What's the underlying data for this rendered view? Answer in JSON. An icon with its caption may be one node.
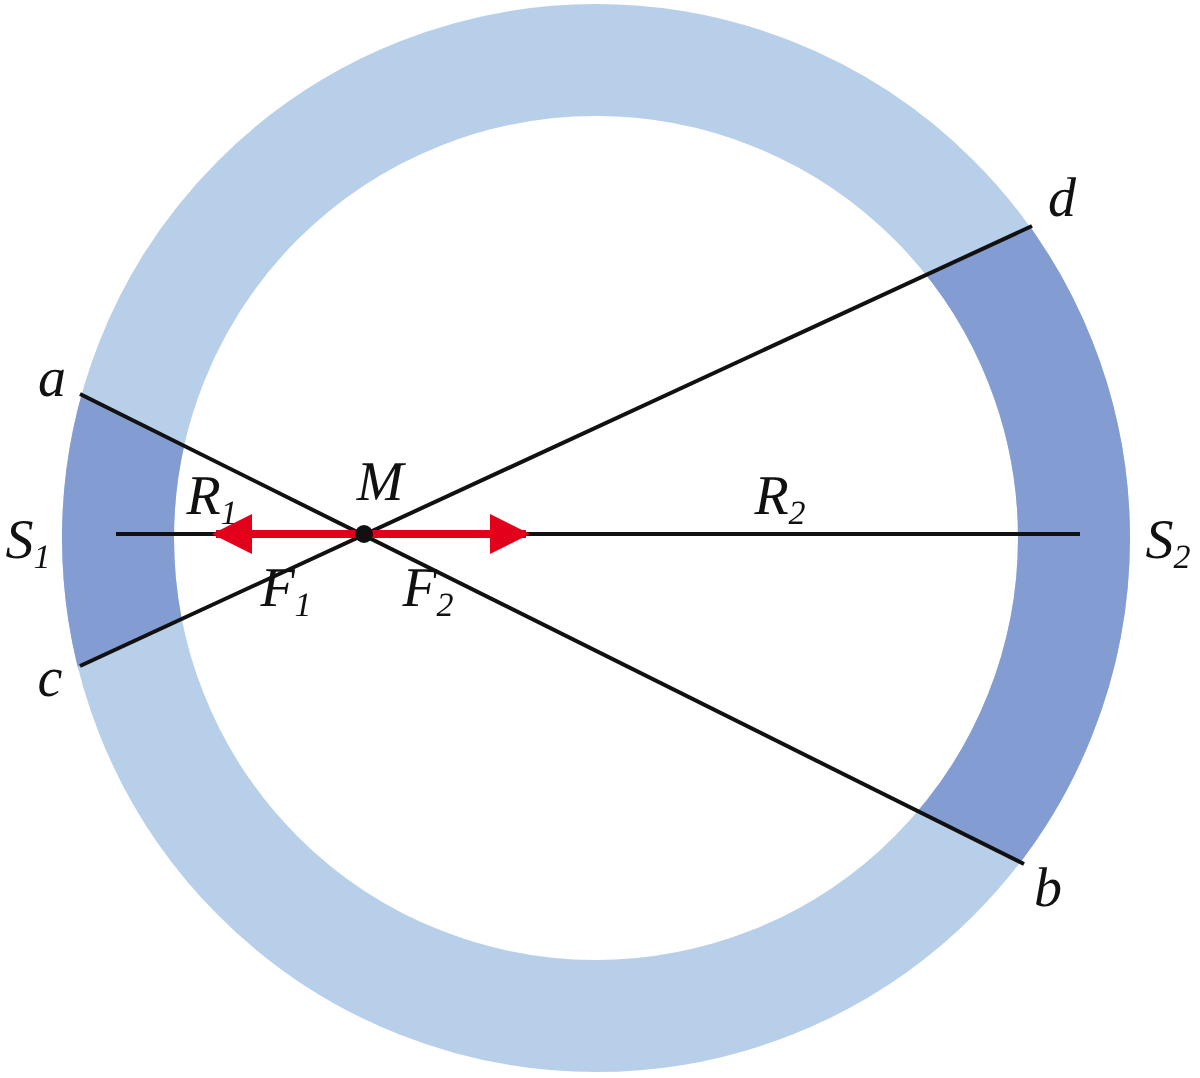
{
  "diagram": {
    "labels": [
      "d",
      "a",
      "R$_{1}$",
      "M",
      "R$_{2}$",
      "S$_{1}$",
      "S$_{2}$",
      "F$_{1}$",
      "F$_{2}$",
      "c",
      "b"
    ]
  }
}
